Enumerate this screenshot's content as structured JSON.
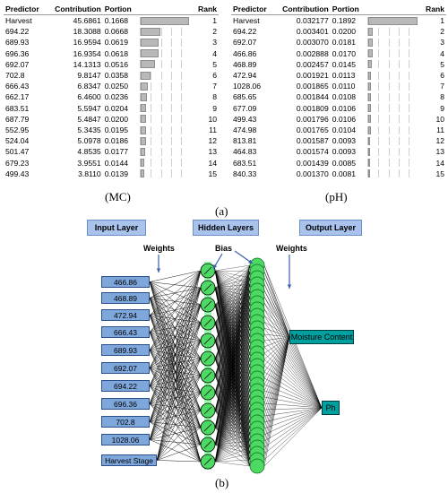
{
  "table_mc": {
    "headers": [
      "Predictor",
      "Contribution",
      "Portion",
      "Rank"
    ],
    "rows": [
      {
        "predictor": "Harvest",
        "contribution": "45.6861",
        "portion": "0.1668",
        "rank": "1",
        "pct": 0.1668
      },
      {
        "predictor": "694.22",
        "contribution": "18.3088",
        "portion": "0.0668",
        "rank": "2",
        "pct": 0.0668
      },
      {
        "predictor": "689.93",
        "contribution": "16.9594",
        "portion": "0.0619",
        "rank": "3",
        "pct": 0.0619
      },
      {
        "predictor": "696.36",
        "contribution": "16.9354",
        "portion": "0.0618",
        "rank": "4",
        "pct": 0.0618
      },
      {
        "predictor": "692.07",
        "contribution": "14.1313",
        "portion": "0.0516",
        "rank": "5",
        "pct": 0.0516
      },
      {
        "predictor": "702.8",
        "contribution": "9.8147",
        "portion": "0.0358",
        "rank": "6",
        "pct": 0.0358
      },
      {
        "predictor": "666.43",
        "contribution": "6.8347",
        "portion": "0.0250",
        "rank": "7",
        "pct": 0.025
      },
      {
        "predictor": "662.17",
        "contribution": "6.4600",
        "portion": "0.0236",
        "rank": "8",
        "pct": 0.0236
      },
      {
        "predictor": "683.51",
        "contribution": "5.5947",
        "portion": "0.0204",
        "rank": "9",
        "pct": 0.0204
      },
      {
        "predictor": "687.79",
        "contribution": "5.4847",
        "portion": "0.0200",
        "rank": "10",
        "pct": 0.02
      },
      {
        "predictor": "552.95",
        "contribution": "5.3435",
        "portion": "0.0195",
        "rank": "11",
        "pct": 0.0195
      },
      {
        "predictor": "524.04",
        "contribution": "5.0978",
        "portion": "0.0186",
        "rank": "12",
        "pct": 0.0186
      },
      {
        "predictor": "501.47",
        "contribution": "4.8535",
        "portion": "0.0177",
        "rank": "13",
        "pct": 0.0177
      },
      {
        "predictor": "679.23",
        "contribution": "3.9551",
        "portion": "0.0144",
        "rank": "14",
        "pct": 0.0144
      },
      {
        "predictor": "499.43",
        "contribution": "3.8110",
        "portion": "0.0139",
        "rank": "15",
        "pct": 0.0139
      }
    ]
  },
  "table_ph": {
    "headers": [
      "Predictor",
      "Contribution",
      "Portion",
      "Rank"
    ],
    "rows": [
      {
        "predictor": "Harvest",
        "contribution": "0.032177",
        "portion": "0.1892",
        "rank": "1",
        "pct": 0.1892
      },
      {
        "predictor": "694.22",
        "contribution": "0.003401",
        "portion": "0.0200",
        "rank": "2",
        "pct": 0.02
      },
      {
        "predictor": "692.07",
        "contribution": "0.003070",
        "portion": "0.0181",
        "rank": "3",
        "pct": 0.0181
      },
      {
        "predictor": "466.86",
        "contribution": "0.002888",
        "portion": "0.0170",
        "rank": "4",
        "pct": 0.017
      },
      {
        "predictor": "468.89",
        "contribution": "0.002457",
        "portion": "0.0145",
        "rank": "5",
        "pct": 0.0145
      },
      {
        "predictor": "472.94",
        "contribution": "0.001921",
        "portion": "0.0113",
        "rank": "6",
        "pct": 0.0113
      },
      {
        "predictor": "1028.06",
        "contribution": "0.001865",
        "portion": "0.0110",
        "rank": "7",
        "pct": 0.011
      },
      {
        "predictor": "685.65",
        "contribution": "0.001844",
        "portion": "0.0108",
        "rank": "8",
        "pct": 0.0108
      },
      {
        "predictor": "677.09",
        "contribution": "0.001809",
        "portion": "0.0106",
        "rank": "9",
        "pct": 0.0106
      },
      {
        "predictor": "499.43",
        "contribution": "0.001796",
        "portion": "0.0106",
        "rank": "10",
        "pct": 0.0106
      },
      {
        "predictor": "474.98",
        "contribution": "0.001765",
        "portion": "0.0104",
        "rank": "11",
        "pct": 0.0104
      },
      {
        "predictor": "813.81",
        "contribution": "0.001587",
        "portion": "0.0093",
        "rank": "12",
        "pct": 0.0093
      },
      {
        "predictor": "464.83",
        "contribution": "0.001574",
        "portion": "0.0093",
        "rank": "13",
        "pct": 0.0093
      },
      {
        "predictor": "683.51",
        "contribution": "0.001439",
        "portion": "0.0085",
        "rank": "14",
        "pct": 0.0085
      },
      {
        "predictor": "840.33",
        "contribution": "0.001370",
        "portion": "0.0081",
        "rank": "15",
        "pct": 0.0081
      }
    ]
  },
  "captions": {
    "mc": "(MC)",
    "ph": "(pH)",
    "a": "(a)",
    "b": "(b)"
  },
  "diagram": {
    "input_layer_label": "Input Layer",
    "hidden_layers_label": "Hidden Layers",
    "output_layer_label": "Output Layer",
    "weights_label_1": "Weights",
    "weights_label_2": "Weights",
    "bias_label": "Bias",
    "inputs": [
      "466.86",
      "468.89",
      "472.94",
      "666.43",
      "689.93",
      "692.07",
      "694.22",
      "696.36",
      "702.8",
      "1028.06",
      "Harvest Stage"
    ],
    "outputs": [
      "Moisture Content",
      "Ph"
    ],
    "colors": {
      "node": "#4cd964",
      "edge": "#000000",
      "input_fill": "#7ea7dc",
      "output_fill": "#00a0a0",
      "layer_label_fill": "#a9c3ec"
    }
  }
}
